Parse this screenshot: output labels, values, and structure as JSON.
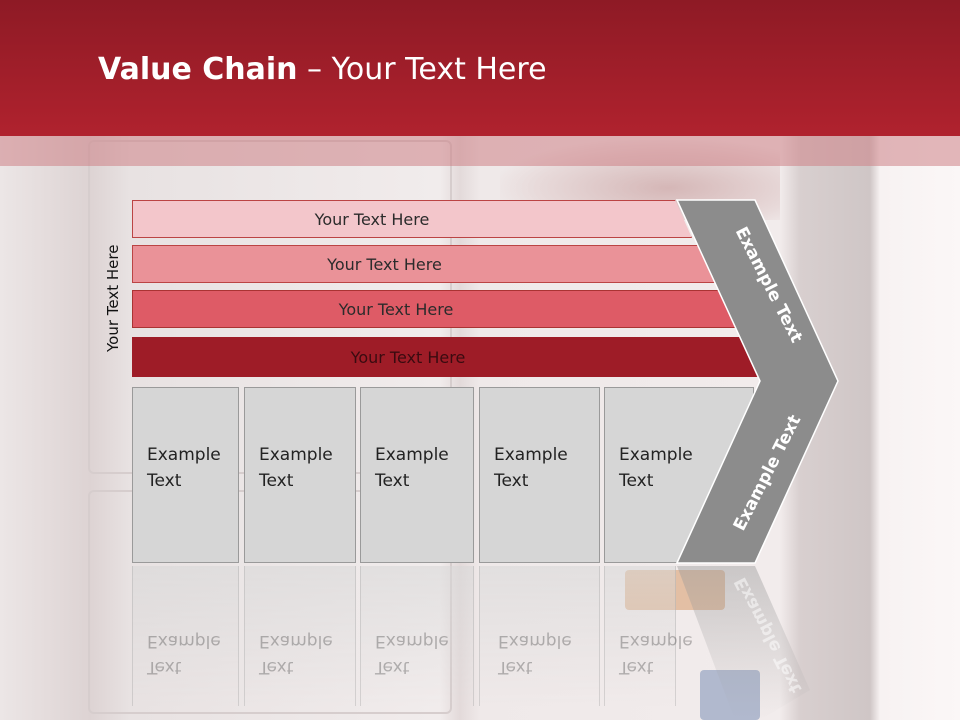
{
  "title": {
    "bold": "Value Chain",
    "rest": " – Your Text Here"
  },
  "vertical_label": "Your Text Here",
  "rows": [
    "Your Text Here",
    "Your Text Here",
    "Your Text Here",
    "Your Text Here"
  ],
  "boxes": [
    {
      "line1": "Example",
      "line2": "Text"
    },
    {
      "line1": "Example",
      "line2": "Text"
    },
    {
      "line1": "Example",
      "line2": "Text"
    },
    {
      "line1": "Example",
      "line2": "Text"
    },
    {
      "line1": "Example",
      "line2": "Text"
    }
  ],
  "chevron": {
    "upper": "Example Text",
    "lower": "Example Text"
  },
  "colors": {
    "header": "#a01f2a",
    "row1": "#f3c6cb",
    "row2": "#ea9298",
    "row3": "#de5b66",
    "row4": "#9e1c27",
    "chevron": "#8c8c8c",
    "box": "#d6d6d6"
  }
}
